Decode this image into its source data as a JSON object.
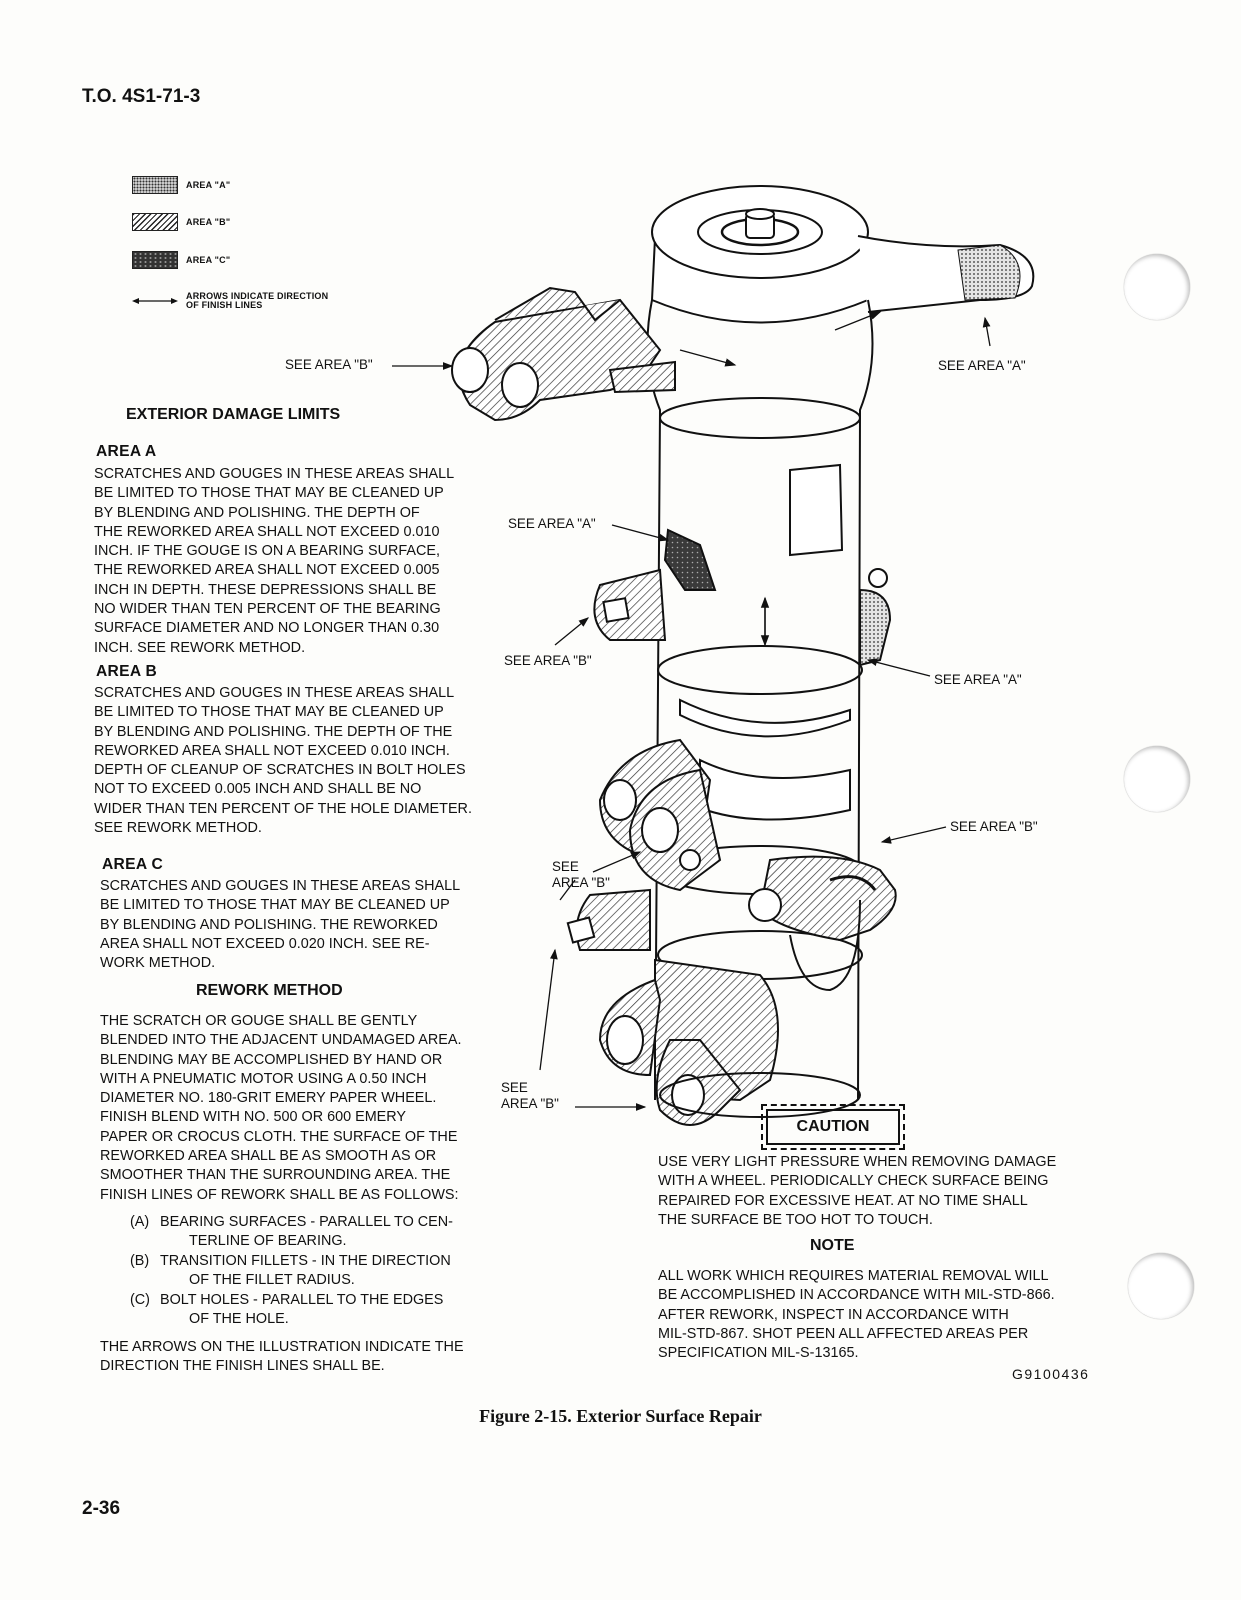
{
  "header": {
    "doc_number": "T.O. 4S1-71-3"
  },
  "legend": {
    "area_a": "AREA \"A\"",
    "area_b": "AREA \"B\"",
    "area_c": "AREA \"C\"",
    "arrows_line1": "ARROWS INDICATE DIRECTION",
    "arrows_line2": "OF FINISH LINES"
  },
  "callouts": {
    "upper_left_b": "SEE AREA \"B\"",
    "upper_right_a": "SEE AREA \"A\"",
    "mid_left_a": "SEE AREA \"A\"",
    "mid_left_b": "SEE AREA \"B\"",
    "mid_right_a": "SEE AREA \"A\"",
    "lower_right_b": "SEE AREA \"B\"",
    "lower_left_b_line1": "SEE",
    "lower_left_b_line2": "AREA \"B\"",
    "bottom_left_b_line1": "SEE",
    "bottom_left_b_line2": "AREA \"B\""
  },
  "limits": {
    "title": "EXTERIOR DAMAGE LIMITS",
    "area_a": {
      "heading": "AREA A",
      "lines": [
        "SCRATCHES AND GOUGES IN THESE AREAS SHALL",
        "BE LIMITED TO THOSE THAT MAY  BE CLEANED UP",
        "BY BLENDING AND POLISHING.  THE DEPTH OF",
        "THE REWORKED AREA SHALL NOT EXCEED 0.010",
        "INCH.  IF THE GOUGE IS ON A BEARING SURFACE,",
        "THE REWORKED AREA SHALL NOT EXCEED 0.005",
        "INCH IN DEPTH.  THESE DEPRESSIONS SHALL BE",
        "NO WIDER THAN TEN PERCENT OF THE BEARING",
        "SURFACE DIAMETER AND NO LONGER THAN 0.30",
        "INCH.  SEE REWORK METHOD."
      ]
    },
    "area_b": {
      "heading": "AREA B",
      "lines": [
        "SCRATCHES AND GOUGES IN THESE AREAS SHALL",
        "BE LIMITED TO THOSE THAT MAY BE CLEANED UP",
        "BY BLENDING AND POLISHING.  THE DEPTH OF THE",
        "REWORKED AREA SHALL NOT EXCEED 0.010 INCH.",
        "DEPTH OF CLEANUP OF SCRATCHES IN BOLT HOLES",
        "NOT TO EXCEED 0.005 INCH AND SHALL BE NO",
        "WIDER THAN TEN PERCENT OF THE HOLE DIAMETER.",
        "SEE REWORK METHOD."
      ]
    },
    "area_c": {
      "heading": "AREA C",
      "lines": [
        "SCRATCHES AND GOUGES IN THESE AREAS SHALL",
        "BE LIMITED TO THOSE THAT MAY BE CLEANED UP",
        "BY BLENDING AND POLISHING.  THE REWORKED",
        "AREA SHALL NOT EXCEED 0.020 INCH.  SEE RE-",
        "WORK METHOD."
      ]
    }
  },
  "rework": {
    "heading": "REWORK METHOD",
    "lines": [
      "THE SCRATCH OR GOUGE SHALL BE GENTLY",
      "BLENDED INTO THE ADJACENT UNDAMAGED AREA.",
      "BLENDING MAY BE ACCOMPLISHED BY HAND OR",
      "WITH A PNEUMATIC MOTOR USING A 0.50 INCH",
      "DIAMETER NO. 180-GRIT EMERY PAPER WHEEL.",
      "FINISH BLEND WITH NO. 500 OR 600 EMERY",
      "PAPER OR CROCUS CLOTH.  THE SURFACE OF THE",
      "REWORKED AREA SHALL BE AS SMOOTH AS OR",
      "SMOOTHER THAN THE SURROUNDING AREA.  THE",
      "FINISH LINES OF REWORK SHALL BE AS FOLLOWS:"
    ],
    "items": [
      {
        "letter": "(A)",
        "line1": "BEARING SURFACES - PARALLEL TO CEN-",
        "line2": "TERLINE OF BEARING."
      },
      {
        "letter": "(B)",
        "line1": "TRANSITION FILLETS - IN THE DIRECTION",
        "line2": "OF THE FILLET RADIUS."
      },
      {
        "letter": "(C)",
        "line1": "BOLT HOLES - PARALLEL TO THE EDGES",
        "line2": "OF THE HOLE."
      }
    ],
    "closing_lines": [
      "THE ARROWS ON THE ILLUSTRATION INDICATE THE",
      "DIRECTION THE FINISH LINES SHALL BE."
    ]
  },
  "caution": {
    "label": "CAUTION",
    "lines": [
      "USE VERY LIGHT PRESSURE WHEN REMOVING DAMAGE",
      "WITH A WHEEL.  PERIODICALLY CHECK SURFACE BEING",
      "REPAIRED FOR EXCESSIVE HEAT.  AT NO TIME SHALL",
      "THE SURFACE BE TOO HOT TO TOUCH."
    ]
  },
  "note": {
    "label": "NOTE",
    "lines": [
      "ALL WORK WHICH REQUIRES MATERIAL REMOVAL WILL",
      "BE ACCOMPLISHED IN ACCORDANCE WITH MIL-STD-866.",
      "AFTER REWORK, INSPECT IN ACCORDANCE WITH",
      "MIL-STD-867.  SHOT PEEN ALL AFFECTED AREAS PER",
      "SPECIFICATION MIL-S-13165."
    ]
  },
  "figure": {
    "id": "G9100436",
    "caption": "Figure 2-15.    Exterior Surface Repair"
  },
  "footer": {
    "page_number": "2-36"
  }
}
